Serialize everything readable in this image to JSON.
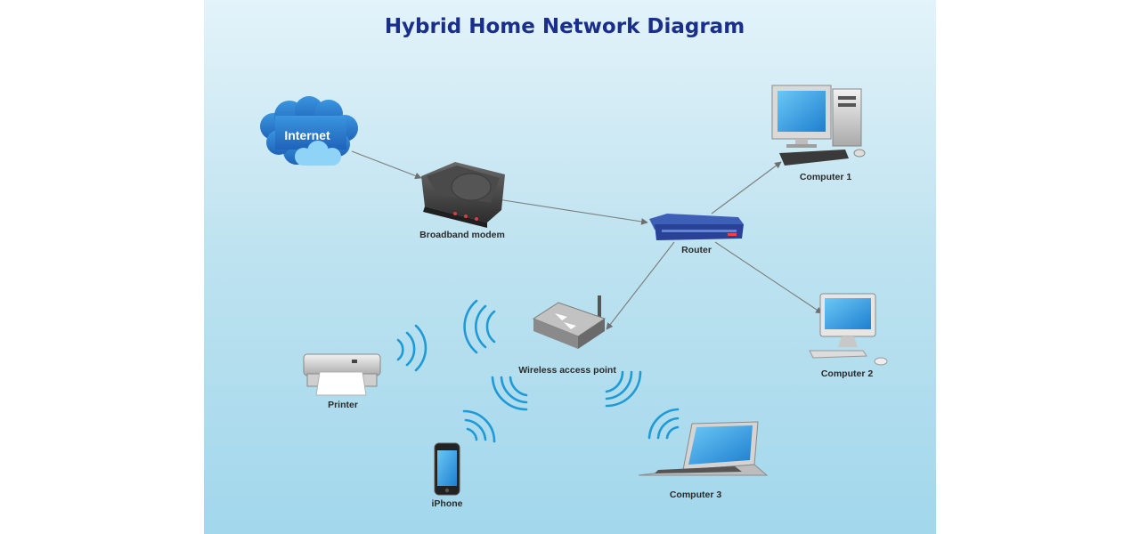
{
  "title": "Hybrid Home Network Diagram",
  "nodes": {
    "internet": "Internet",
    "modem": "Broadband modem",
    "router": "Router",
    "computer1": "Computer 1",
    "computer2": "Computer 2",
    "access_point": "Wireless access point",
    "printer": "Printer",
    "iphone": "iPhone",
    "computer3": "Computer 3"
  },
  "connections": [
    {
      "from": "Internet",
      "to": "Broadband modem",
      "type": "wired"
    },
    {
      "from": "Broadband modem",
      "to": "Router",
      "type": "wired"
    },
    {
      "from": "Router",
      "to": "Computer 1",
      "type": "wired"
    },
    {
      "from": "Router",
      "to": "Computer 2",
      "type": "wired"
    },
    {
      "from": "Router",
      "to": "Wireless access point",
      "type": "wired"
    },
    {
      "from": "Wireless access point",
      "to": "Printer",
      "type": "wireless"
    },
    {
      "from": "Wireless access point",
      "to": "iPhone",
      "type": "wireless"
    },
    {
      "from": "Wireless access point",
      "to": "Computer 3",
      "type": "wireless"
    }
  ],
  "colors": {
    "title": "#1a2f8a",
    "background_top": "#e3f3fa",
    "background_bottom": "#a2d7ec",
    "wireless_signal": "#1e9ad6",
    "cloud": "#2a7fcf",
    "link": "#7d7d7d"
  }
}
